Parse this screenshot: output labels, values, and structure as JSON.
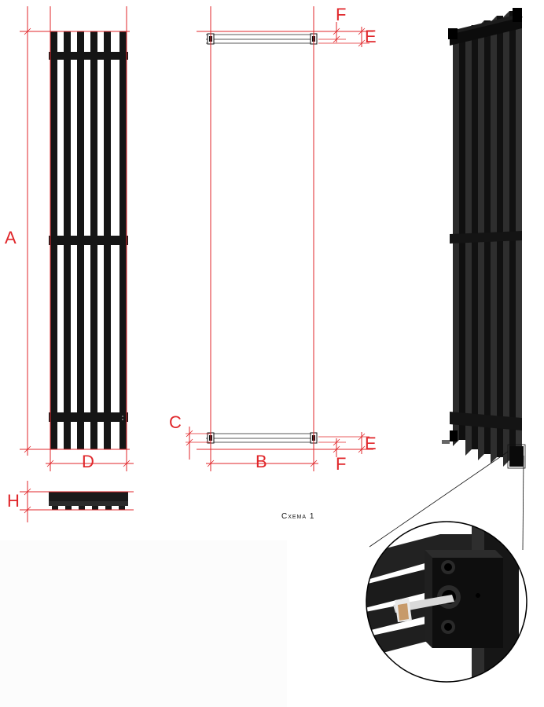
{
  "labels": {
    "a": "A",
    "b": "B",
    "c": "C",
    "d": "D",
    "e_top": "E",
    "e_bottom": "E",
    "f_top": "F",
    "f_bottom": "F",
    "h": "H"
  },
  "caption": "Схема 1",
  "colors": {
    "dimension": "#e0262a",
    "radiator": "#151515",
    "paper": "#ffffff",
    "lower_panel": "#fcfcfc"
  }
}
